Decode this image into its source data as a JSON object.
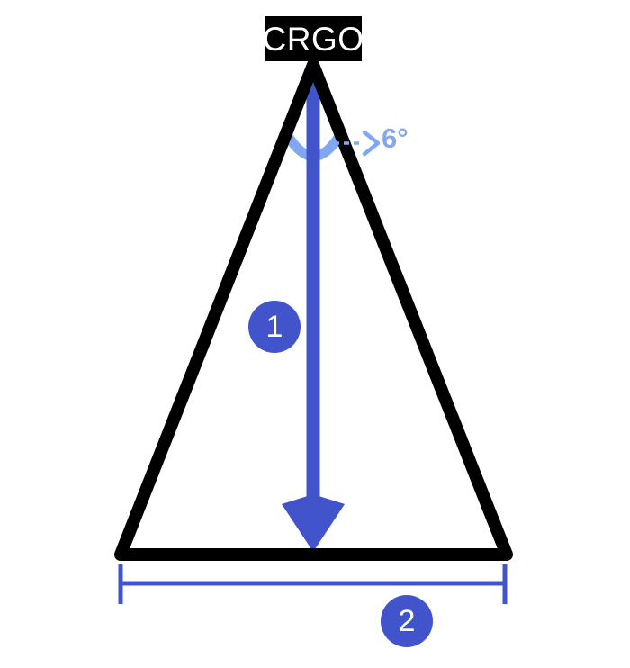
{
  "diagram": {
    "apex_label": "CRGO",
    "angle_label": "6°",
    "marker_height_label": "1",
    "marker_base_label": "2",
    "colors": {
      "primary_blue": "#4254cb",
      "light_blue": "#82a7f2",
      "ink_black": "#000000",
      "label_text": "#ffffff",
      "background": "#ffffff"
    },
    "icons": {
      "height_arrow": "down-arrow",
      "angle_pointer": "dashed-right-arrow-icon",
      "base_dimension": "dimension-line-with-end-ticks"
    }
  }
}
